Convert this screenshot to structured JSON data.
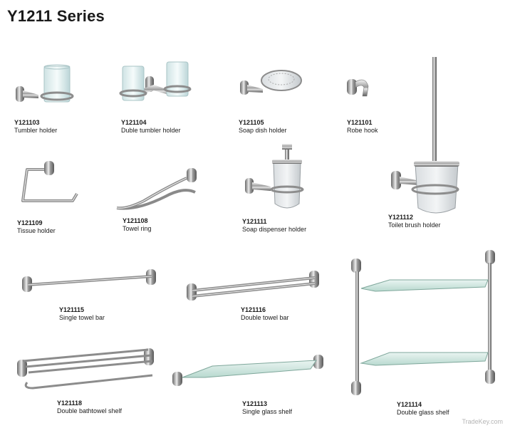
{
  "title": "Y1211 Series",
  "watermark": "TradeKey.com",
  "products": [
    {
      "code": "Y121103",
      "name": "Tumbler holder"
    },
    {
      "code": "Y121104",
      "name": "Duble tumbler holder"
    },
    {
      "code": "Y121105",
      "name": "Soap dish holder"
    },
    {
      "code": "Y121101",
      "name": "Robe hook"
    },
    {
      "code": "Y121109",
      "name": "Tissue holder"
    },
    {
      "code": "Y121108",
      "name": "Towel ring"
    },
    {
      "code": "Y121111",
      "name": "Soap dispenser holder"
    },
    {
      "code": "Y121112",
      "name": "Toilet brush holder"
    },
    {
      "code": "Y121115",
      "name": "Single towel bar"
    },
    {
      "code": "Y121116",
      "name": "Double towel bar"
    },
    {
      "code": "Y121114",
      "name": "Double glass shelf"
    },
    {
      "code": "Y121118",
      "name": "Double bathtowel shelf"
    },
    {
      "code": "Y121113",
      "name": "Single glass shelf"
    }
  ]
}
